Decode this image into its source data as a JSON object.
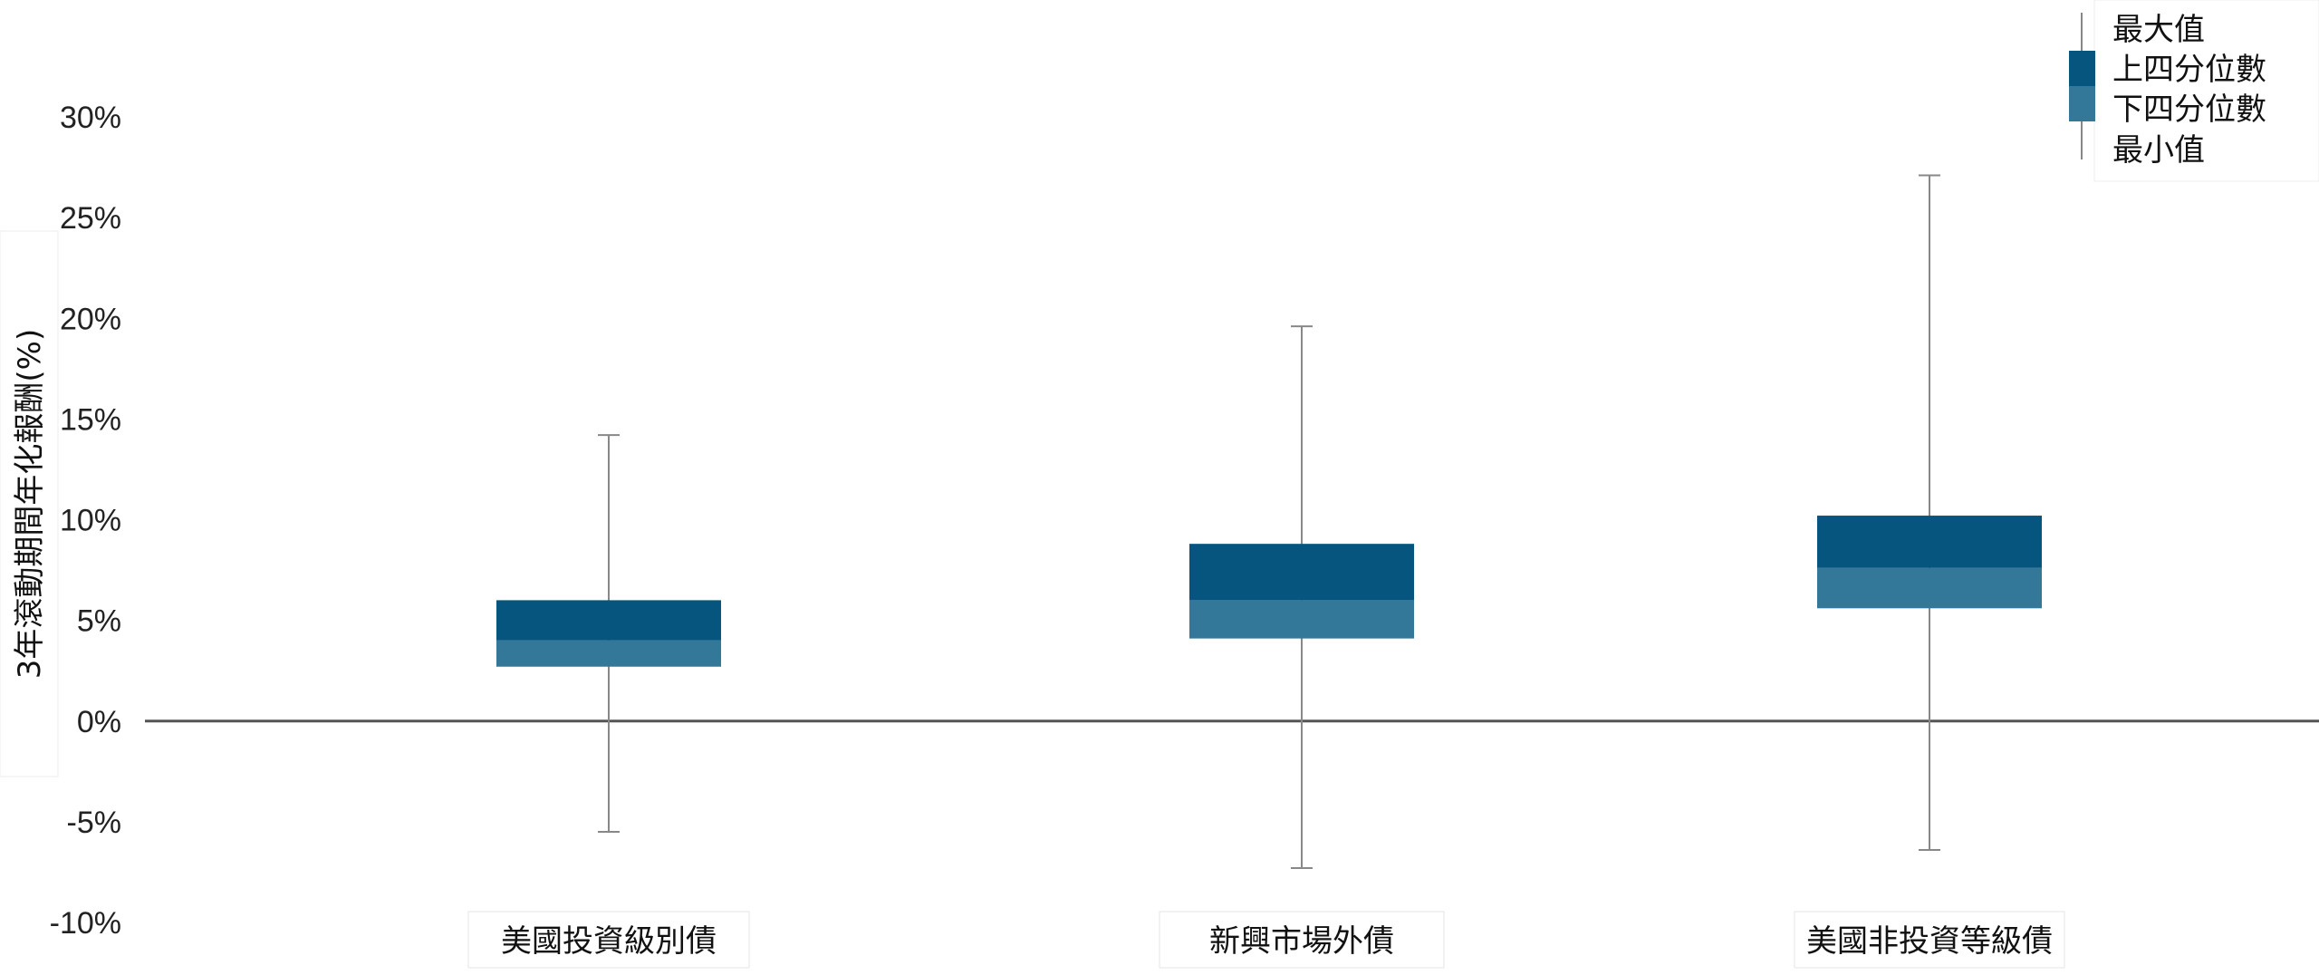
{
  "chart_data": {
    "type": "boxplot",
    "ylabel": "3年滾動期間年化報酬(%)",
    "ylim": [
      -10,
      30
    ],
    "yticks": [
      {
        "value": 30,
        "label": "30%"
      },
      {
        "value": 25,
        "label": "25%"
      },
      {
        "value": 20,
        "label": "20%"
      },
      {
        "value": 15,
        "label": "15%"
      },
      {
        "value": 10,
        "label": "10%"
      },
      {
        "value": 5,
        "label": "5%"
      },
      {
        "value": 0,
        "label": "0%"
      },
      {
        "value": -5,
        "label": "-5%"
      },
      {
        "value": -10,
        "label": "-10%"
      }
    ],
    "categories": [
      "美國投資級別債",
      "新興市場外債",
      "美國非投資等級債"
    ],
    "boxes": [
      {
        "category": "美國投資級別債",
        "min": -5.5,
        "lower_quartile": 2.7,
        "median": 4.0,
        "upper_quartile": 6.0,
        "max": 14.2
      },
      {
        "category": "新興市場外債",
        "min": -7.3,
        "lower_quartile": 4.1,
        "median": 6.0,
        "upper_quartile": 8.8,
        "max": 19.6
      },
      {
        "category": "美國非投資等級債",
        "min": -6.4,
        "lower_quartile": 5.6,
        "median": 7.6,
        "upper_quartile": 10.2,
        "max": 27.1
      }
    ],
    "legend": {
      "position": "top-right",
      "items": [
        "最大值",
        "上四分位數",
        "下四分位數",
        "最小值"
      ]
    },
    "colors": {
      "upper_box": "#06557f",
      "lower_box": "#337899",
      "whisker": "#888888",
      "zero_line": "#555555"
    }
  }
}
